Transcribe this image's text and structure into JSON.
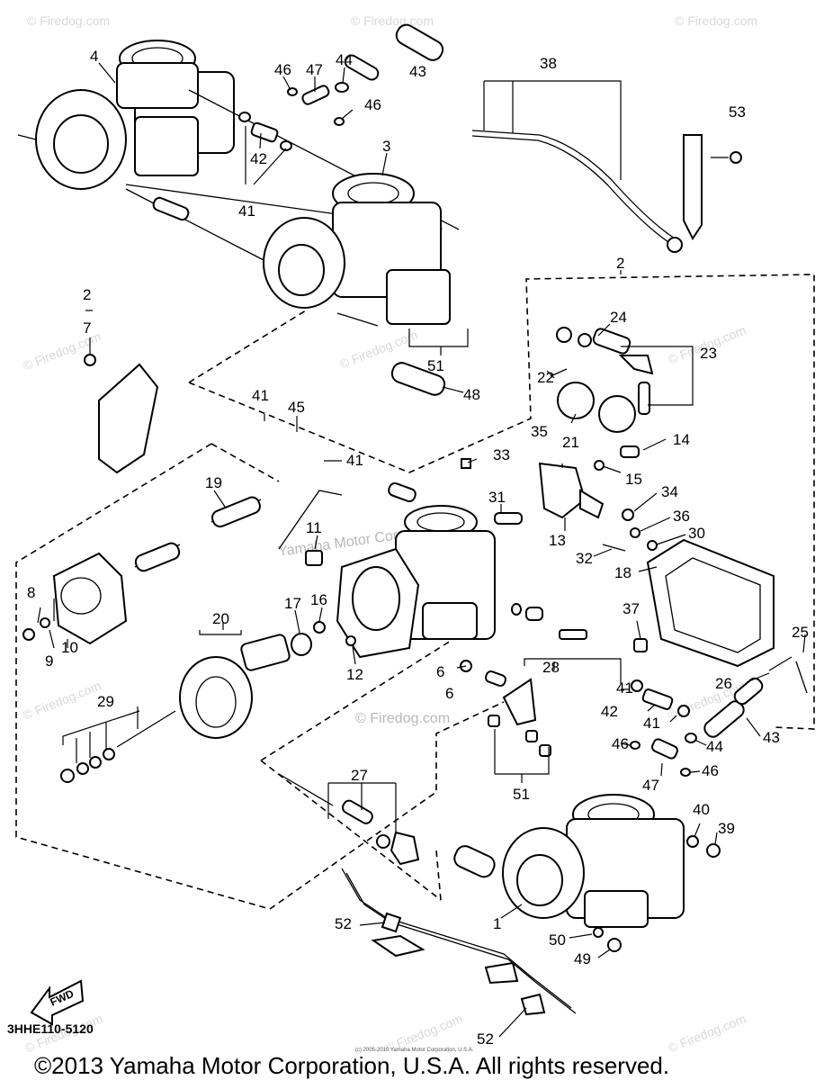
{
  "watermark": "© Firedog.com",
  "watermark_center": "Yamaha Motor Corp., U.S.A.",
  "diagram_code": "3HHE110-5120",
  "fwd_label": "FWD",
  "small_print": "(c) 2005-2010 Yamaha Motor Corporation, U.S.A.",
  "copyright": "©2013 Yamaha Motor Corporation, U.S.A. All rights reserved.",
  "callouts": [
    "1",
    "2",
    "3",
    "4",
    "6",
    "7",
    "8",
    "9",
    "10",
    "11",
    "12",
    "13",
    "14",
    "15",
    "16",
    "17",
    "18",
    "19",
    "20",
    "21",
    "22",
    "23",
    "24",
    "25",
    "26",
    "27",
    "28",
    "29",
    "30",
    "31",
    "32",
    "33",
    "34",
    "35",
    "36",
    "37",
    "38",
    "39",
    "40",
    "41",
    "42",
    "43",
    "44",
    "45",
    "46",
    "47",
    "48",
    "49",
    "50",
    "51",
    "52",
    "53"
  ],
  "callout_labels": {
    "c1": "1",
    "c2a": "2",
    "c2b": "2",
    "c3": "3",
    "c4": "4",
    "c6": "6",
    "c6b": "6",
    "c7": "7",
    "c8": "8",
    "c9": "9",
    "c10": "10",
    "c11": "11",
    "c12": "12",
    "c13": "13",
    "c14": "14",
    "c15": "15",
    "c16": "16",
    "c17": "17",
    "c18": "18",
    "c19": "19",
    "c20": "20",
    "c21": "21",
    "c22": "22",
    "c23": "23",
    "c24": "24",
    "c25": "25",
    "c26": "26",
    "c27": "27",
    "c28": "28",
    "c29": "29",
    "c30": "30",
    "c31": "31",
    "c32": "32",
    "c33": "33",
    "c34": "34",
    "c35": "35",
    "c36": "36",
    "c37": "37",
    "c38": "38",
    "c39": "39",
    "c40": "40",
    "c41a": "41",
    "c41b": "41",
    "c41c": "41",
    "c41d": "41",
    "c41e": "41",
    "c42a": "42",
    "c42b": "42",
    "c43a": "43",
    "c43b": "43",
    "c44a": "44",
    "c44b": "44",
    "c45": "45",
    "c46a": "46",
    "c46b": "46",
    "c46c": "46",
    "c46d": "46",
    "c47a": "47",
    "c47b": "47",
    "c48": "48",
    "c49": "49",
    "c50": "50",
    "c51a": "51",
    "c51b": "51",
    "c52a": "52",
    "c52b": "52",
    "c53": "53"
  }
}
